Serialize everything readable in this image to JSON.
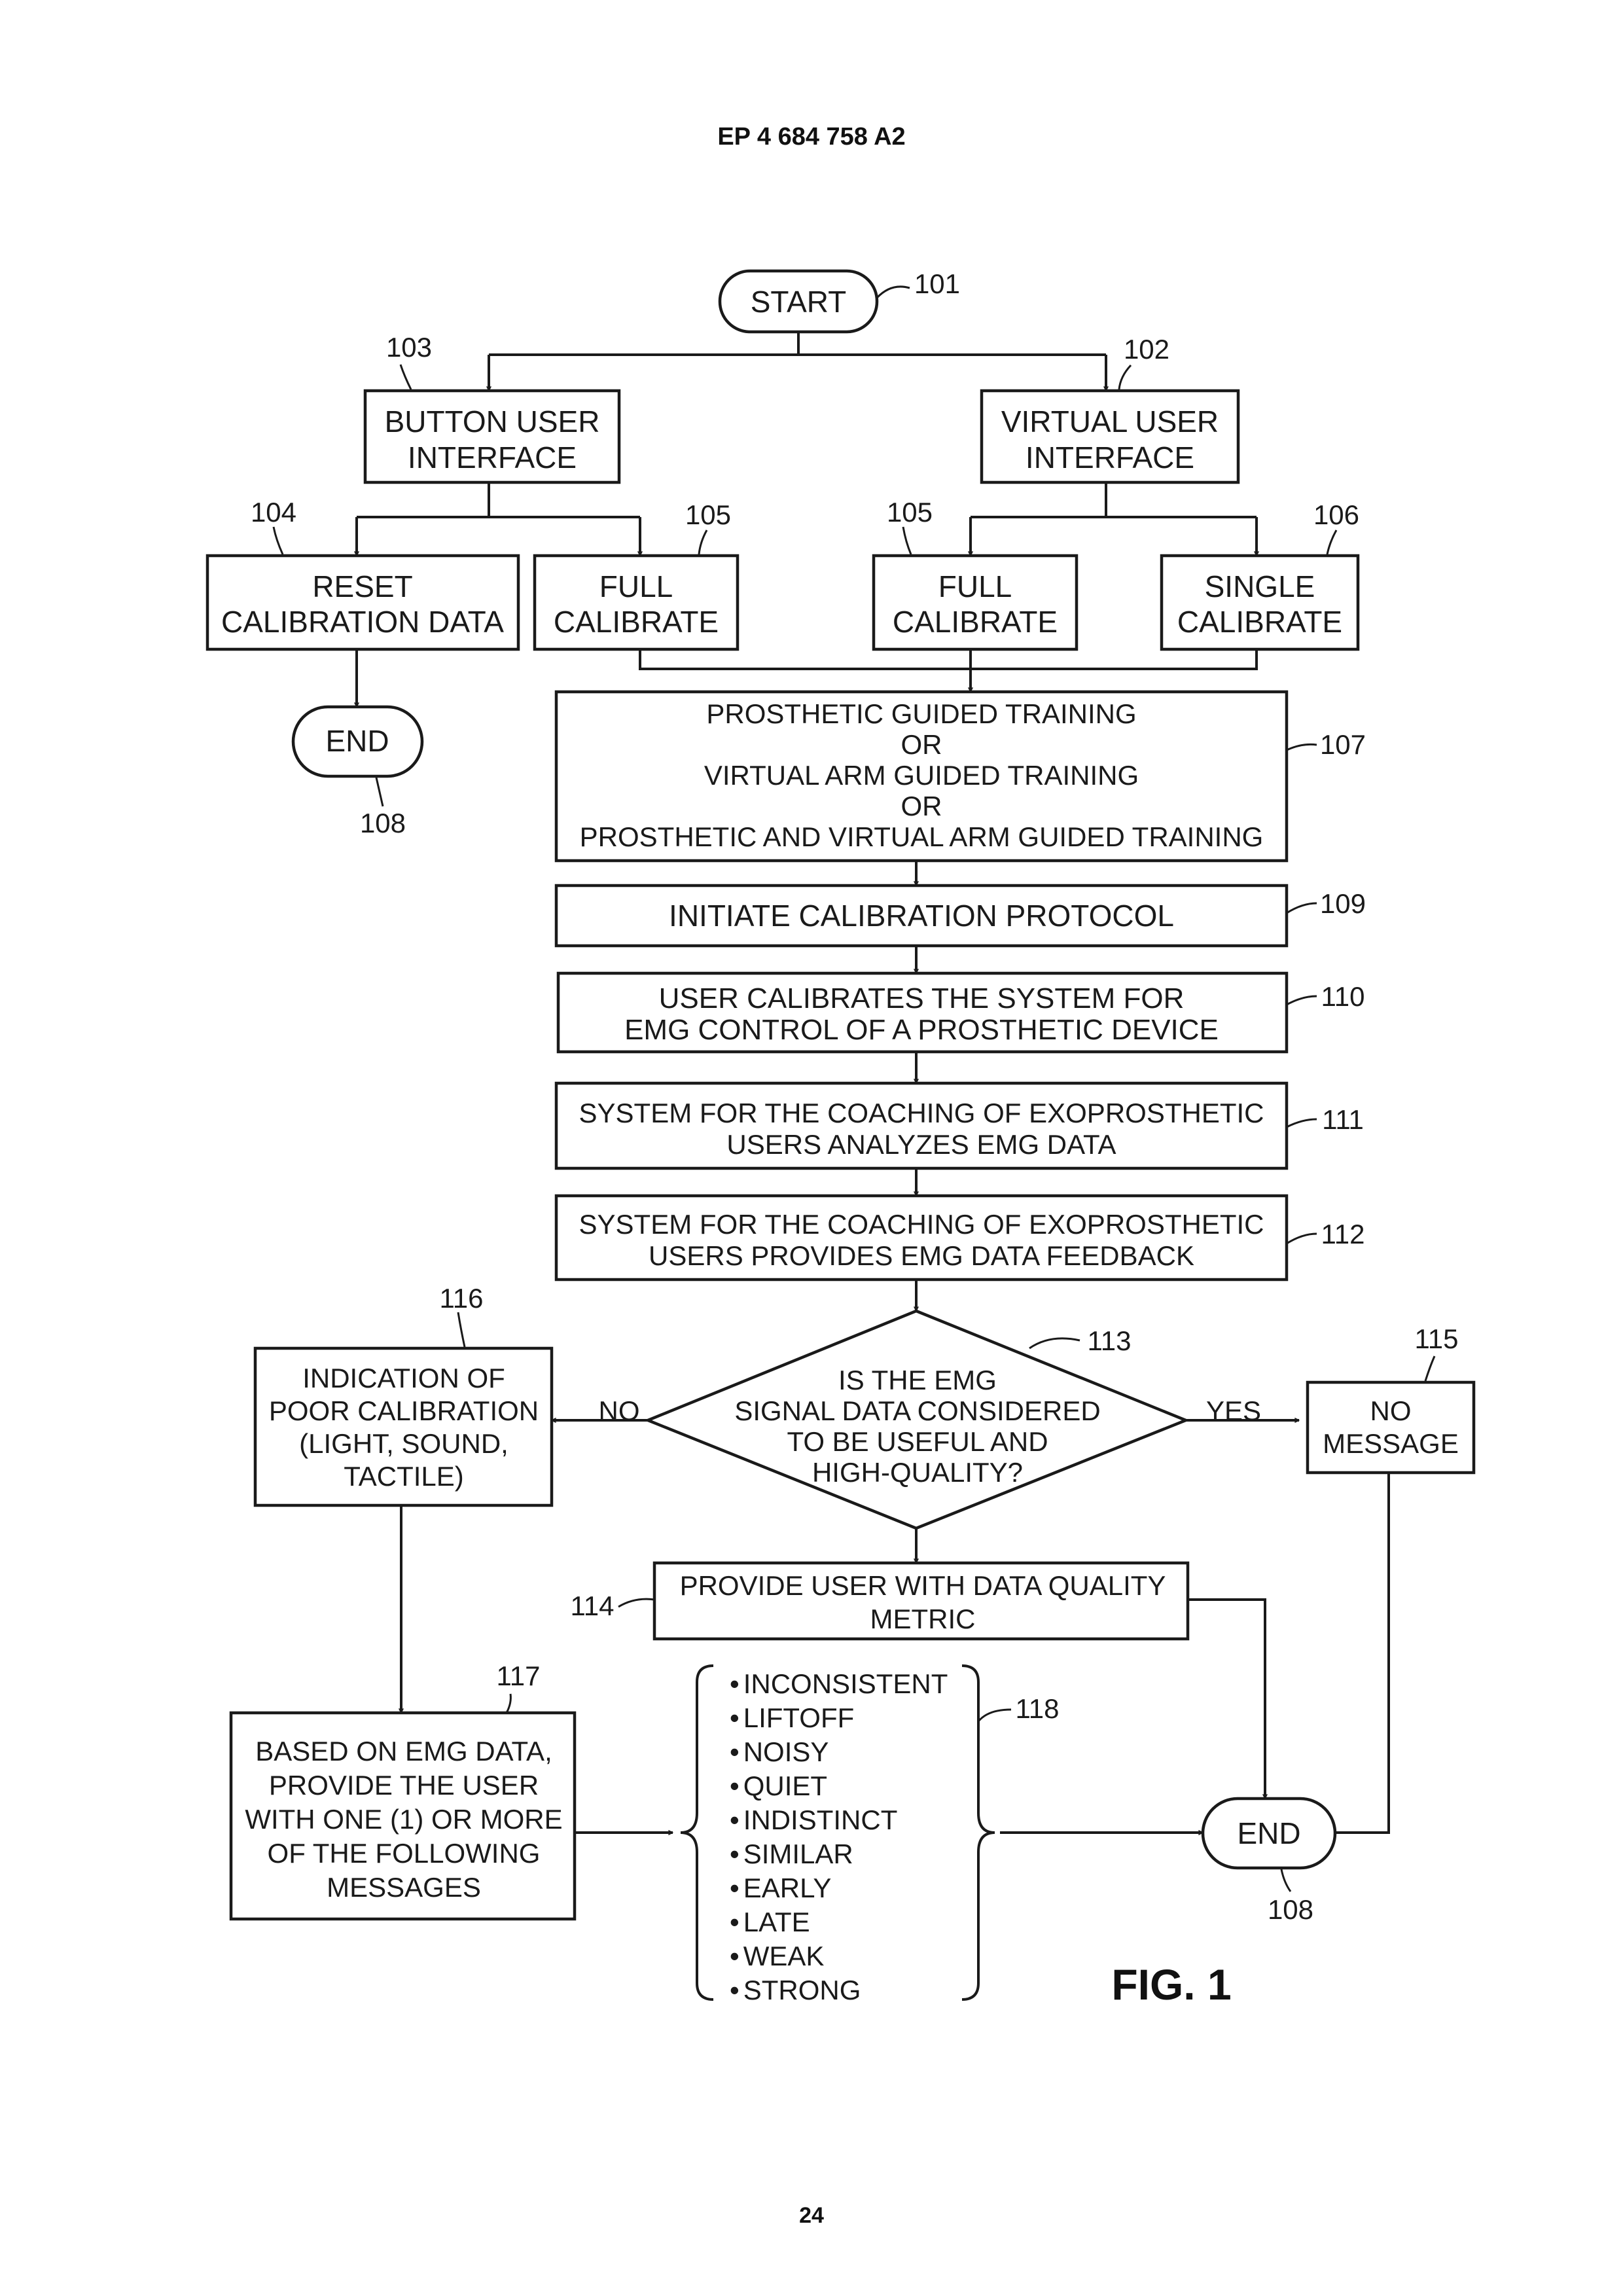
{
  "header": {
    "patent_number": "EP 4 684 758 A2"
  },
  "footer": {
    "page_number": "24"
  },
  "figure_label": "FIG. 1",
  "nodes": {
    "start": {
      "ref": "101",
      "lines": [
        "START"
      ]
    },
    "button_ui": {
      "ref": "103",
      "lines": [
        "BUTTON USER",
        "INTERFACE"
      ]
    },
    "virtual_ui": {
      "ref": "102",
      "lines": [
        "VIRTUAL USER",
        "INTERFACE"
      ]
    },
    "reset": {
      "ref": "104",
      "lines": [
        "RESET",
        "CALIBRATION DATA"
      ]
    },
    "full_calibrate_left": {
      "ref": "105",
      "lines": [
        "FULL",
        "CALIBRATE"
      ]
    },
    "full_calibrate_right": {
      "ref": "105",
      "lines": [
        "FULL",
        "CALIBRATE"
      ]
    },
    "single_calibrate": {
      "ref": "106",
      "lines": [
        "SINGLE",
        "CALIBRATE"
      ]
    },
    "end_top": {
      "ref": "108",
      "lines": [
        "END"
      ]
    },
    "guided_training": {
      "ref": "107",
      "lines": [
        "PROSTHETIC GUIDED TRAINING",
        "OR",
        "VIRTUAL ARM GUIDED TRAINING",
        "OR",
        "PROSTHETIC AND VIRTUAL ARM GUIDED TRAINING"
      ]
    },
    "initiate_protocol": {
      "ref": "109",
      "lines": [
        "INITIATE CALIBRATION PROTOCOL"
      ]
    },
    "user_calibrates": {
      "ref": "110",
      "lines": [
        "USER CALIBRATES THE SYSTEM FOR",
        "EMG CONTROL OF A PROSTHETIC DEVICE"
      ]
    },
    "analyzes": {
      "ref": "111",
      "lines": [
        "SYSTEM FOR THE COACHING OF EXOPROSTHETIC",
        "USERS ANALYZES EMG DATA"
      ]
    },
    "feedback": {
      "ref": "112",
      "lines": [
        "SYSTEM FOR THE COACHING OF EXOPROSTHETIC",
        "USERS PROVIDES EMG DATA FEEDBACK"
      ]
    },
    "decision": {
      "ref": "113",
      "lines": [
        "IS THE EMG",
        "SIGNAL DATA CONSIDERED",
        "TO BE USEFUL AND",
        "HIGH-QUALITY?"
      ]
    },
    "poor_calibration": {
      "ref": "116",
      "lines": [
        "INDICATION OF",
        "POOR CALIBRATION",
        "(LIGHT, SOUND,",
        "TACTILE)"
      ]
    },
    "no_message": {
      "ref": "115",
      "lines": [
        "NO",
        "MESSAGE"
      ]
    },
    "quality_metric": {
      "ref": "114",
      "lines": [
        "PROVIDE USER WITH DATA QUALITY",
        "METRIC"
      ]
    },
    "messages": {
      "ref": "117",
      "lines": [
        "BASED ON EMG DATA,",
        "PROVIDE THE USER",
        "WITH ONE (1) OR MORE",
        "OF THE FOLLOWING",
        "MESSAGES"
      ]
    },
    "end_bottom": {
      "ref": "108",
      "lines": [
        "END"
      ]
    }
  },
  "message_list": {
    "ref": "118",
    "items": [
      "INCONSISTENT",
      "LIFTOFF",
      "NOISY",
      "QUIET",
      "INDISTINCT",
      "SIMILAR",
      "EARLY",
      "LATE",
      "WEAK",
      "STRONG"
    ]
  },
  "edge_labels": {
    "no": "NO",
    "yes": "YES"
  }
}
